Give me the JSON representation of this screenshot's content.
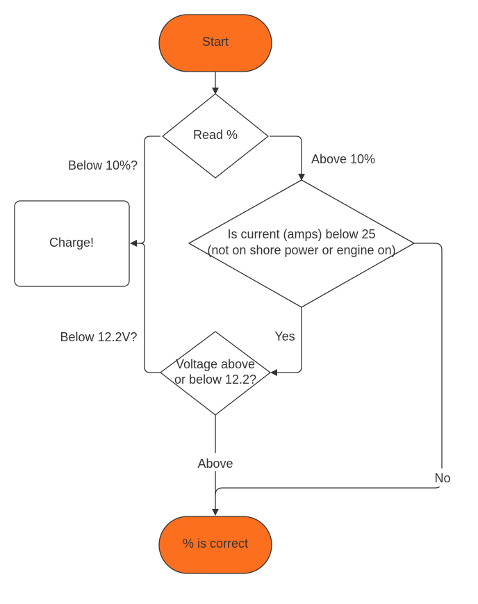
{
  "nodes": {
    "start": "Start",
    "read": "Read %",
    "current_line1": "Is current (amps) below 25",
    "current_line2": "(not on shore power or engine on)",
    "charge": "Charge!",
    "voltage_line1": "Voltage above",
    "voltage_line2": "or below 12.2?",
    "end": "% is correct"
  },
  "edges": {
    "below_10": "Below 10%?",
    "above_10": "Above 10%",
    "yes": "Yes",
    "no": "No",
    "below_12_2": "Below 12.2V?",
    "above": "Above"
  },
  "colors": {
    "terminal_fill": "#fc6f1f",
    "stroke": "#333333",
    "shape_fill": "#ffffff"
  }
}
